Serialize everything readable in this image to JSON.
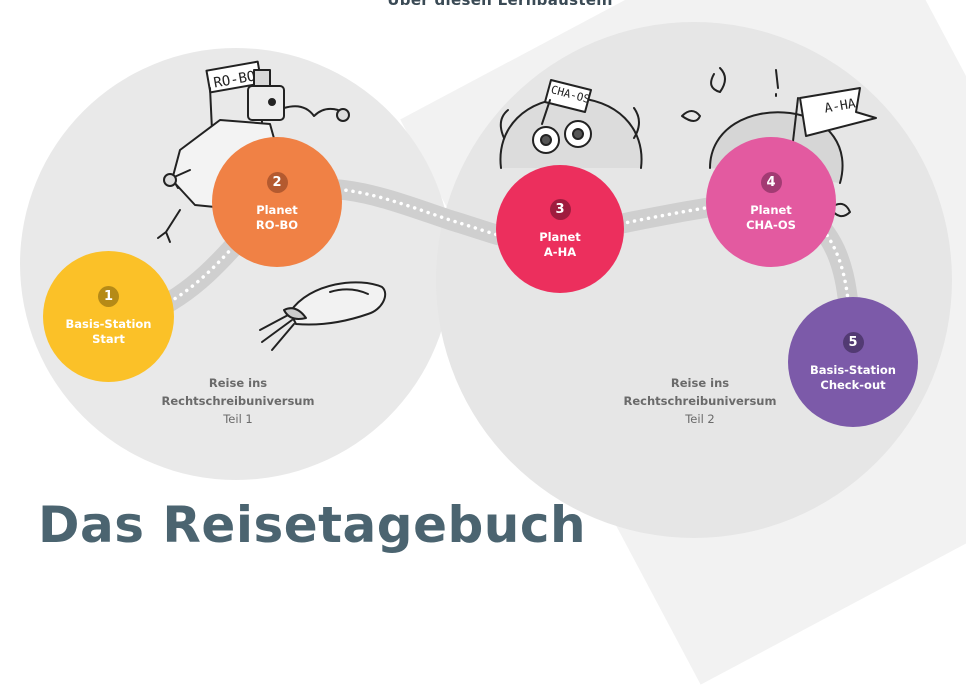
{
  "header": {
    "top_text": "Über diesen Lernbaustein"
  },
  "regions": [
    {
      "line1": "Reise ins",
      "line2": "Rechtschreibuniversum",
      "line3": "Teil 1"
    },
    {
      "line1": "Reise ins",
      "line2": "Rechtschreibuniversum",
      "line3": "Teil 2"
    }
  ],
  "stations": [
    {
      "number": "1",
      "line1": "Basis-Station",
      "line2": "Start",
      "color": "#fbc128"
    },
    {
      "number": "2",
      "line1": "Planet",
      "line2": "RO-BO",
      "color": "#f08145"
    },
    {
      "number": "3",
      "line1": "Planet",
      "line2": "A-HA",
      "color": "#ec2f5d"
    },
    {
      "number": "4",
      "line1": "Planet",
      "line2": "CHA-OS",
      "color": "#e35aa0"
    },
    {
      "number": "5",
      "line1": "Basis-Station",
      "line2": "Check-out",
      "color": "#7c5aa9"
    }
  ],
  "illustrations": {
    "robo_sign": "RO-BO",
    "chaos_sign": "CHA-OS",
    "aha_sign": "A-HA"
  },
  "page_title": "Das Reisetagebuch"
}
